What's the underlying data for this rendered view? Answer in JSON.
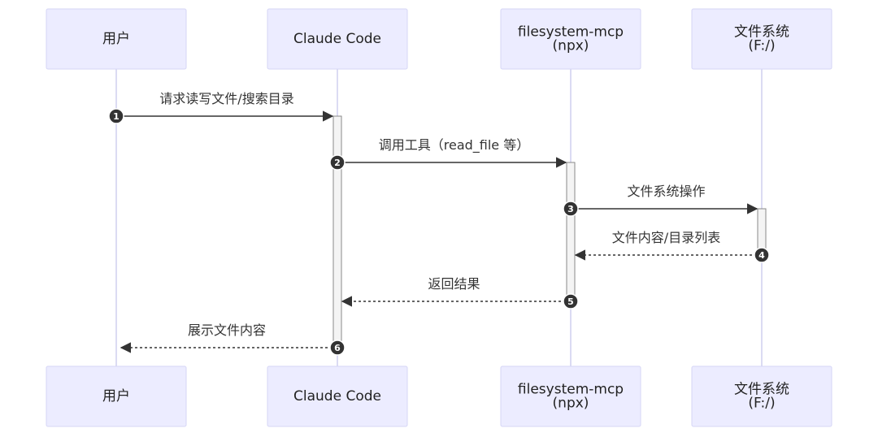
{
  "actors": [
    {
      "id": "user",
      "lines": [
        "用户"
      ]
    },
    {
      "id": "claude",
      "lines": [
        "Claude Code"
      ]
    },
    {
      "id": "mcp",
      "lines": [
        "filesystem-mcp",
        "(npx)"
      ]
    },
    {
      "id": "fs",
      "lines": [
        "文件系统",
        "(F:/)"
      ]
    }
  ],
  "messages": [
    {
      "seq": "1",
      "from": "user",
      "to": "claude",
      "text": "请求读写文件/搜索目录",
      "style": "solid"
    },
    {
      "seq": "2",
      "from": "claude",
      "to": "mcp",
      "text": "调用工具（read_file 等）",
      "style": "solid"
    },
    {
      "seq": "3",
      "from": "mcp",
      "to": "fs",
      "text": "文件系统操作",
      "style": "solid"
    },
    {
      "seq": "4",
      "from": "fs",
      "to": "mcp",
      "text": "文件内容/目录列表",
      "style": "dashed"
    },
    {
      "seq": "5",
      "from": "mcp",
      "to": "claude",
      "text": "返回结果",
      "style": "dashed"
    },
    {
      "seq": "6",
      "from": "claude",
      "to": "user",
      "text": "展示文件内容",
      "style": "dashed"
    }
  ],
  "colors": {
    "actor_fill": "#ececff",
    "actor_stroke": "#d6d6f6",
    "lifeline": "#cfcfef",
    "line": "#333333"
  }
}
